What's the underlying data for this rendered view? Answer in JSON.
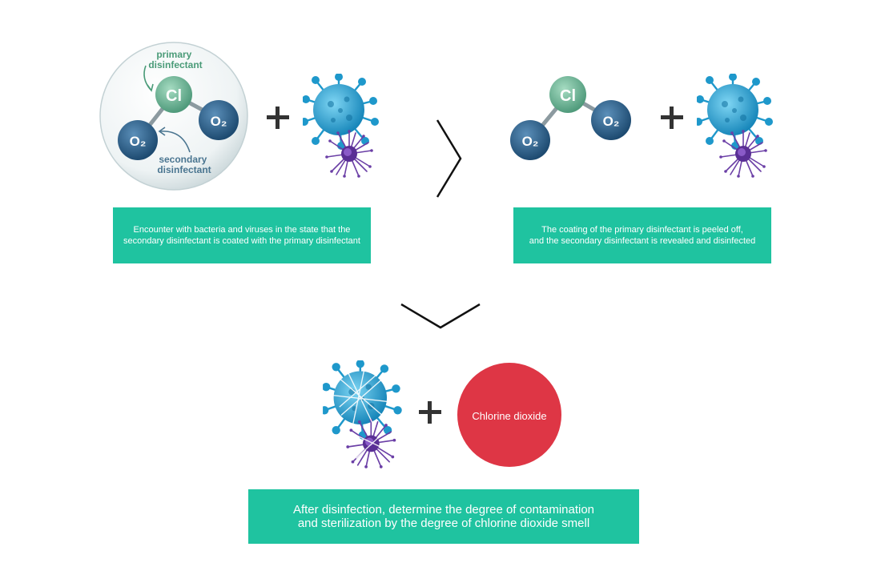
{
  "molecule": {
    "center_atom": "Cl",
    "side_atom": "O₂"
  },
  "labels": {
    "primary": [
      "primary",
      "disinfectant"
    ],
    "secondary": [
      "secondary",
      "disinfectant"
    ]
  },
  "steps": {
    "step1_caption": [
      "Encounter with bacteria and viruses in the state that the",
      "secondary disinfectant is coated with the primary disinfectant"
    ],
    "step2_caption": [
      "The coating of the primary disinfectant is peeled off,",
      "and the secondary disinfectant is revealed and disinfected"
    ],
    "step3_caption": [
      "After disinfection, determine the degree of contamination",
      "and sterilization by the degree of chlorine dioxide smell"
    ],
    "result_label": "Chlorine dioxide"
  },
  "colors": {
    "teal_caption": "#1fc3a0",
    "chlorine_green": "#5fae8e",
    "oxygen_blue": "#2c5d85",
    "virus_blue": "#29a6d8",
    "bacteria_purple": "#6b3fa6",
    "result_red": "#de3645"
  }
}
